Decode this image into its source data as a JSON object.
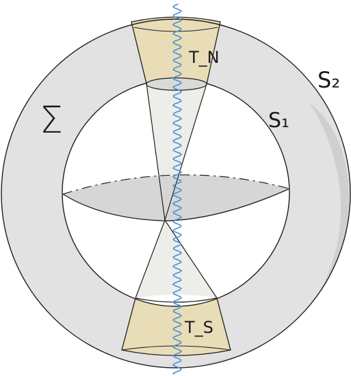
{
  "labels": {
    "sigma": "Σ",
    "outer_sphere": "S₂",
    "inner_sphere": "S₁",
    "north_tube": "T_N",
    "south_tube": "T_S"
  },
  "colors": {
    "shell_fill": "#e2e2e2",
    "shell_shadow": "#cfcfcf",
    "inner_fill": "#ffffff",
    "equator_disk": "#d6d6d6",
    "tube_fill": "#e9ddb7",
    "inner_cone_fill": "#ededea",
    "wave": "#4a8fd8",
    "line": "#1e1e1e"
  }
}
